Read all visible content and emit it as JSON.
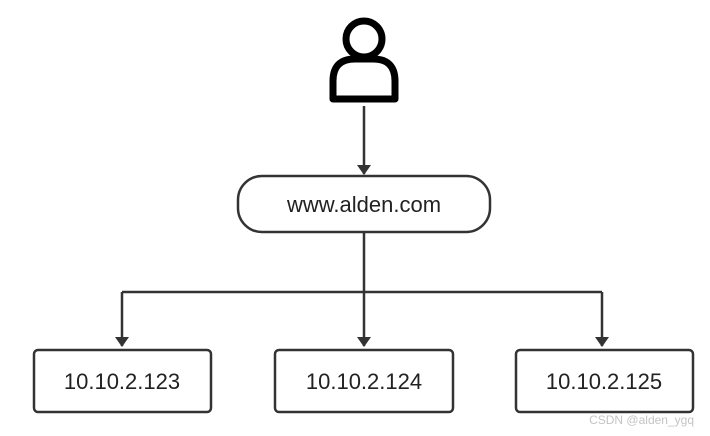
{
  "diagram": {
    "user": {
      "icon": "user-icon"
    },
    "domain": {
      "label": "www.alden.com"
    },
    "servers": [
      {
        "label": "10.10.2.123"
      },
      {
        "label": "10.10.2.124"
      },
      {
        "label": "10.10.2.125"
      }
    ]
  },
  "watermark": "CSDN @alden_ygq",
  "colors": {
    "stroke": "#333333",
    "icon": "#000000",
    "text": "#222222",
    "watermark": "#c4c4c4"
  }
}
